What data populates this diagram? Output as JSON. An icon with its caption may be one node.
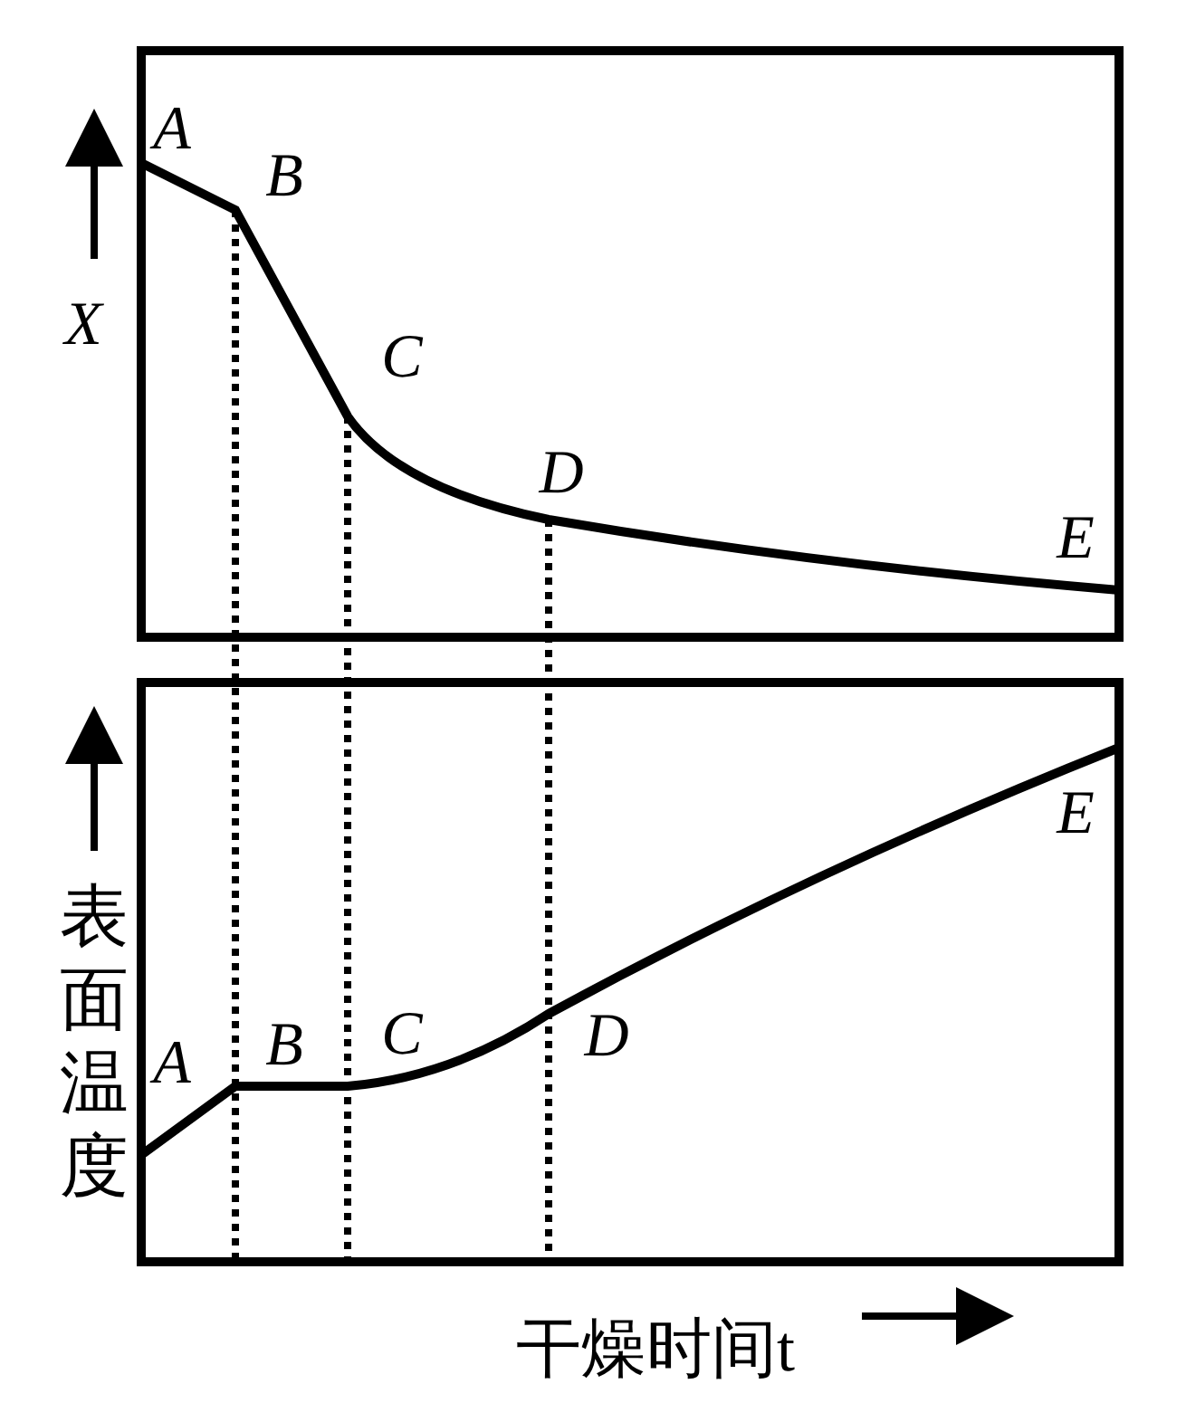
{
  "diagram": {
    "labels": [
      "A",
      "B",
      "X",
      "C",
      "D",
      "E",
      "表面温度",
      "A",
      "B",
      "C",
      "D",
      "E",
      "干燥时间t"
    ]
  }
}
